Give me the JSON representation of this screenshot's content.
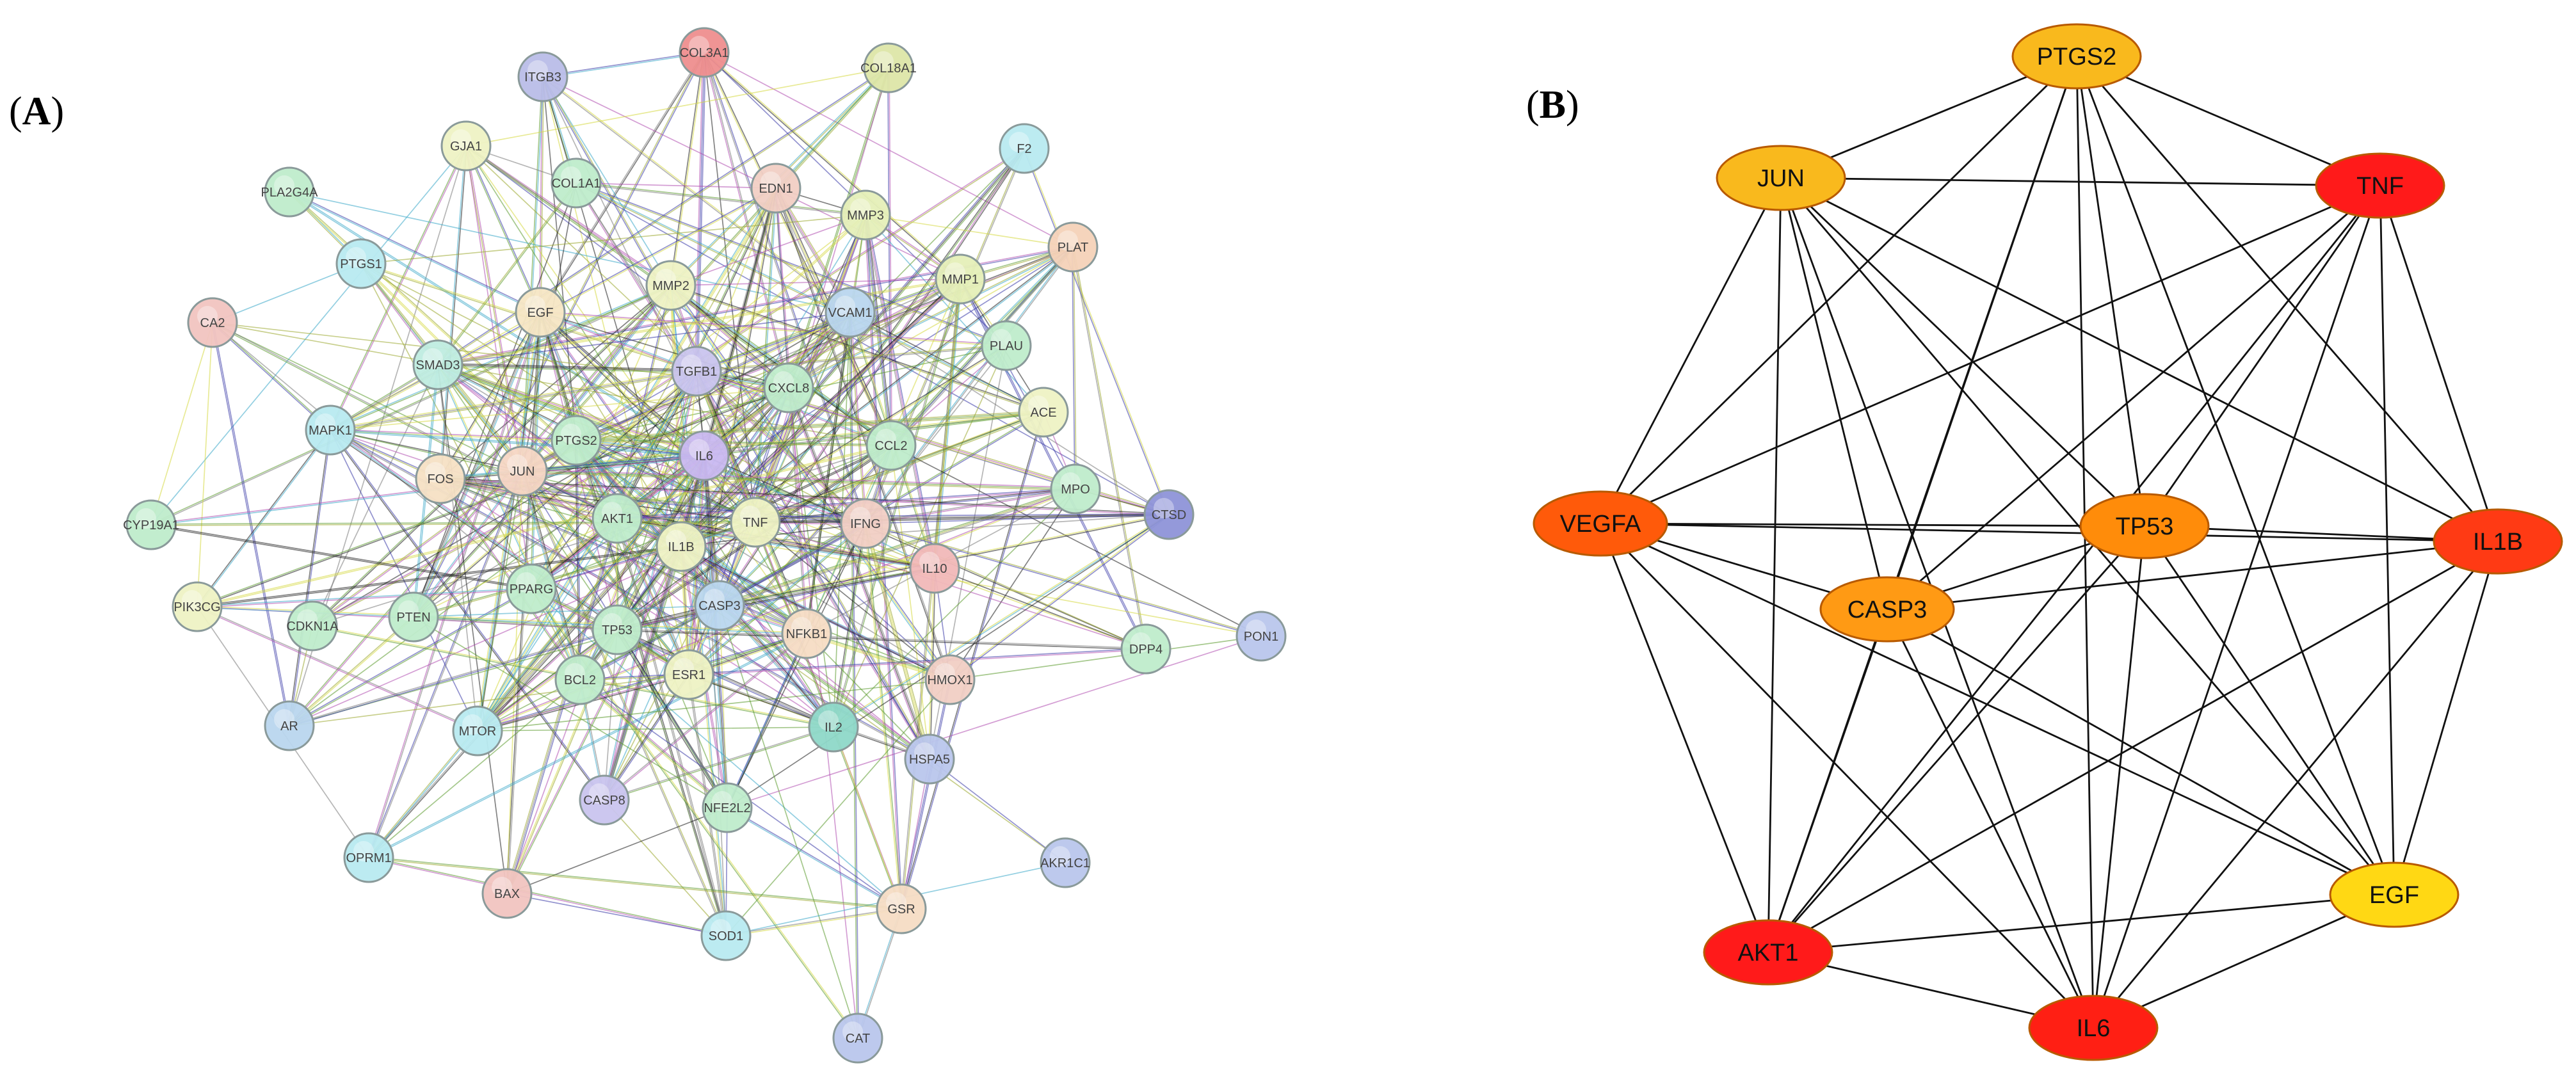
{
  "panels": {
    "a": {
      "label_letter": "A",
      "nodes": [
        {
          "id": "COL3A1",
          "color": "#ee8e8e"
        },
        {
          "id": "ITGB3",
          "color": "#b9bde8"
        },
        {
          "id": "COL18A1",
          "color": "#dde6a8"
        },
        {
          "id": "GJA1",
          "color": "#eef2c4"
        },
        {
          "id": "F2",
          "color": "#b8eaf0"
        },
        {
          "id": "PLA2G4A",
          "color": "#bfeccb"
        },
        {
          "id": "COL1A1",
          "color": "#bfeccb"
        },
        {
          "id": "EDN1",
          "color": "#f1cfc4"
        },
        {
          "id": "MMP3",
          "color": "#e5efb8"
        },
        {
          "id": "PLAT",
          "color": "#f4d2b8"
        },
        {
          "id": "PTGS1",
          "color": "#b8eaf0"
        },
        {
          "id": "MMP2",
          "color": "#eef2c4"
        },
        {
          "id": "EGF",
          "color": "#f5e6c4"
        },
        {
          "id": "VCAM1",
          "color": "#b9d6ee"
        },
        {
          "id": "MMP1",
          "color": "#e5efb8"
        },
        {
          "id": "CA2",
          "color": "#f1c4c0"
        },
        {
          "id": "SMAD3",
          "color": "#bfece0"
        },
        {
          "id": "PLAU",
          "color": "#bfeccb"
        },
        {
          "id": "TGFB1",
          "color": "#c9c4ee"
        },
        {
          "id": "CXCL8",
          "color": "#bfeccb"
        },
        {
          "id": "ACE",
          "color": "#eef2c4"
        },
        {
          "id": "MAPK1",
          "color": "#b8eaf0"
        },
        {
          "id": "PTGS2",
          "color": "#bfeccb"
        },
        {
          "id": "IL6",
          "color": "#c9b8f0"
        },
        {
          "id": "CCL2",
          "color": "#bfeccb"
        },
        {
          "id": "FOS",
          "color": "#f5e0c4"
        },
        {
          "id": "JUN",
          "color": "#f5d6c4"
        },
        {
          "id": "MPO",
          "color": "#bfeccb"
        },
        {
          "id": "CYP19A1",
          "color": "#bfeccb"
        },
        {
          "id": "AKT1",
          "color": "#bfeccb"
        },
        {
          "id": "IL1B",
          "color": "#eef2c4"
        },
        {
          "id": "TNF",
          "color": "#eef2c4"
        },
        {
          "id": "IFNG",
          "color": "#f1cfc4"
        },
        {
          "id": "CTSD",
          "color": "#8e94d8"
        },
        {
          "id": "IL10",
          "color": "#f1b8b8"
        },
        {
          "id": "PPARG",
          "color": "#bfeccb"
        },
        {
          "id": "PIK3CG",
          "color": "#eef2c4"
        },
        {
          "id": "CDKN1A",
          "color": "#bfeccb"
        },
        {
          "id": "PTEN",
          "color": "#bfeccb"
        },
        {
          "id": "CASP3",
          "color": "#b9d6ee"
        },
        {
          "id": "TP53",
          "color": "#bfeccb"
        },
        {
          "id": "NFKB1",
          "color": "#f5dcc4"
        },
        {
          "id": "PON1",
          "color": "#b9c6ec"
        },
        {
          "id": "DPP4",
          "color": "#bfeccb"
        },
        {
          "id": "BCL2",
          "color": "#bfeccb"
        },
        {
          "id": "ESR1",
          "color": "#eef2c4"
        },
        {
          "id": "HMOX1",
          "color": "#f1cfc4"
        },
        {
          "id": "AR",
          "color": "#b9d6ee"
        },
        {
          "id": "MTOR",
          "color": "#b8eaf0"
        },
        {
          "id": "IL2",
          "color": "#8ed8c8"
        },
        {
          "id": "HSPA5",
          "color": "#b9c6ec"
        },
        {
          "id": "CASP8",
          "color": "#c9c4ee"
        },
        {
          "id": "NFE2L2",
          "color": "#bfeccb"
        },
        {
          "id": "AKR1C1",
          "color": "#b9c6ec"
        },
        {
          "id": "OPRM1",
          "color": "#b8eaf0"
        },
        {
          "id": "BAX",
          "color": "#f1c4c0"
        },
        {
          "id": "GSR",
          "color": "#f5dcc4"
        },
        {
          "id": "SOD1",
          "color": "#b8eaf0"
        },
        {
          "id": "CAT",
          "color": "#b9c6ec"
        }
      ],
      "edge_colors": [
        "#9aa82e",
        "#1d1d1d",
        "#b14fb0",
        "#3aa8c8",
        "#5b9a2e",
        "#d6d840",
        "#3a3aa8",
        "#7a7a7a"
      ]
    },
    "b": {
      "label_letter": "B",
      "nodes": [
        {
          "id": "PTGS2",
          "color": "#f9b91d"
        },
        {
          "id": "JUN",
          "color": "#f9b91d"
        },
        {
          "id": "TNF",
          "color": "#ff1a1a"
        },
        {
          "id": "VEGFA",
          "color": "#ff5a0a"
        },
        {
          "id": "TP53",
          "color": "#ff8c0a"
        },
        {
          "id": "IL1B",
          "color": "#ff3a14"
        },
        {
          "id": "CASP3",
          "color": "#ff9a14"
        },
        {
          "id": "EGF",
          "color": "#ffd814"
        },
        {
          "id": "AKT1",
          "color": "#ff1a1a"
        },
        {
          "id": "IL6",
          "color": "#ff1f14"
        }
      ],
      "edges": [
        [
          "PTGS2",
          "JUN"
        ],
        [
          "PTGS2",
          "VEGFA"
        ],
        [
          "PTGS2",
          "CASP3"
        ],
        [
          "PTGS2",
          "AKT1"
        ],
        [
          "PTGS2",
          "IL6"
        ],
        [
          "PTGS2",
          "TNF"
        ],
        [
          "PTGS2",
          "IL1B"
        ],
        [
          "PTGS2",
          "EGF"
        ],
        [
          "PTGS2",
          "TP53"
        ],
        [
          "JUN",
          "TNF"
        ],
        [
          "JUN",
          "VEGFA"
        ],
        [
          "JUN",
          "CASP3"
        ],
        [
          "JUN",
          "TP53"
        ],
        [
          "JUN",
          "IL1B"
        ],
        [
          "JUN",
          "EGF"
        ],
        [
          "JUN",
          "AKT1"
        ],
        [
          "JUN",
          "IL6"
        ],
        [
          "TNF",
          "VEGFA"
        ],
        [
          "TNF",
          "CASP3"
        ],
        [
          "TNF",
          "TP53"
        ],
        [
          "TNF",
          "IL1B"
        ],
        [
          "TNF",
          "EGF"
        ],
        [
          "TNF",
          "AKT1"
        ],
        [
          "TNF",
          "IL6"
        ],
        [
          "VEGFA",
          "TP53"
        ],
        [
          "VEGFA",
          "IL1B"
        ],
        [
          "VEGFA",
          "CASP3"
        ],
        [
          "VEGFA",
          "AKT1"
        ],
        [
          "VEGFA",
          "IL6"
        ],
        [
          "VEGFA",
          "EGF"
        ],
        [
          "CASP3",
          "TP53"
        ],
        [
          "CASP3",
          "IL1B"
        ],
        [
          "CASP3",
          "AKT1"
        ],
        [
          "CASP3",
          "IL6"
        ],
        [
          "CASP3",
          "EGF"
        ],
        [
          "TP53",
          "IL1B"
        ],
        [
          "TP53",
          "AKT1"
        ],
        [
          "TP53",
          "IL6"
        ],
        [
          "TP53",
          "EGF"
        ],
        [
          "IL1B",
          "AKT1"
        ],
        [
          "IL1B",
          "IL6"
        ],
        [
          "IL1B",
          "EGF"
        ],
        [
          "AKT1",
          "IL6"
        ],
        [
          "AKT1",
          "EGF"
        ],
        [
          "EGF",
          "IL6"
        ]
      ]
    }
  }
}
